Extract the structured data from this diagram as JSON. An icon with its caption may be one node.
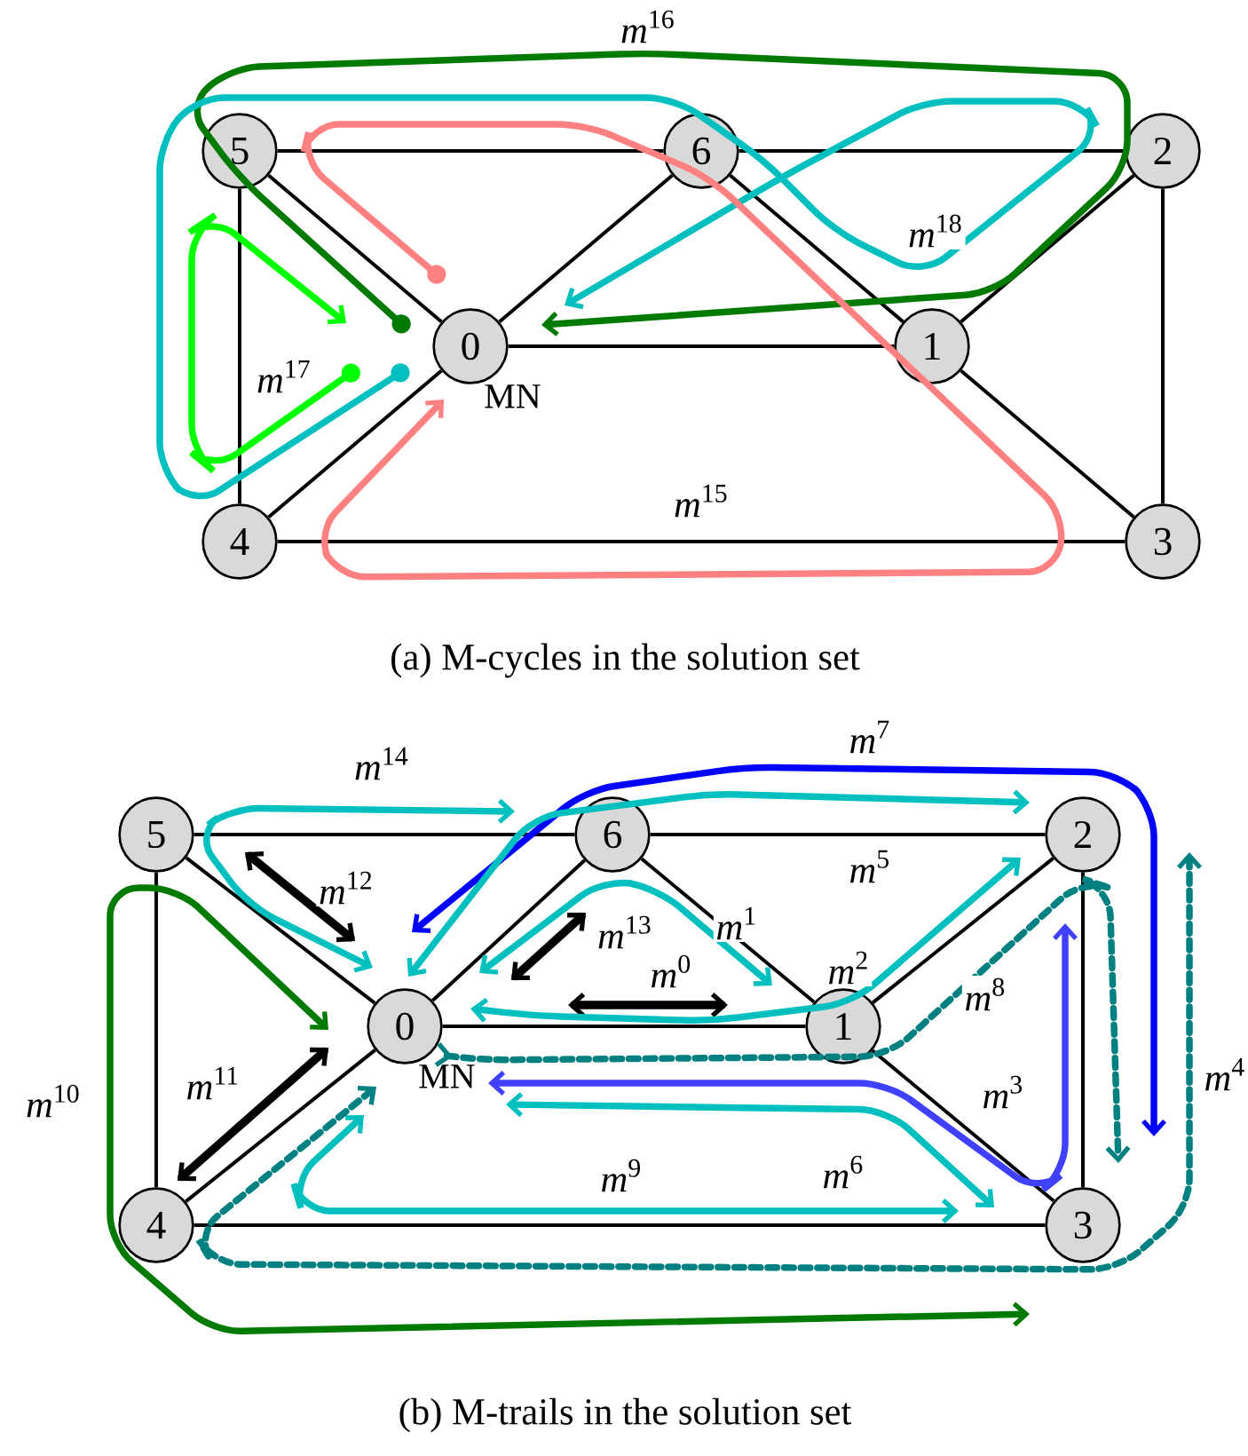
{
  "diagram": {
    "nodes": [
      {
        "text": [
          "5"
        ]
      },
      {
        "text": [
          "6"
        ]
      },
      {
        "text": [
          "2"
        ]
      },
      {
        "text": [
          "0"
        ],
        "beside": [
          "MN"
        ]
      },
      {
        "text": [
          "1"
        ]
      },
      {
        "text": [
          "4"
        ]
      },
      {
        "text": [
          "3"
        ]
      },
      {
        "text": [
          "5"
        ]
      },
      {
        "text": [
          "6"
        ]
      },
      {
        "text": [
          "2"
        ]
      },
      {
        "text": [
          "0"
        ],
        "beside": [
          "MN"
        ]
      },
      {
        "text": [
          "1"
        ]
      },
      {
        "text": [
          "4"
        ]
      },
      {
        "text": [
          "3"
        ]
      }
    ],
    "edges": [
      {
        "from": 0,
        "to": 1,
        "arrow": "none"
      },
      {
        "from": 1,
        "to": 2,
        "arrow": "none"
      },
      {
        "from": 0,
        "to": 5,
        "arrow": "none"
      },
      {
        "from": 2,
        "to": 6,
        "arrow": "none"
      },
      {
        "from": 5,
        "to": 6,
        "arrow": "none"
      },
      {
        "from": 0,
        "to": 3,
        "arrow": "none"
      },
      {
        "from": 1,
        "to": 3,
        "arrow": "none"
      },
      {
        "from": 1,
        "to": 4,
        "arrow": "none"
      },
      {
        "from": 3,
        "to": 4,
        "arrow": "none"
      },
      {
        "from": 2,
        "to": 4,
        "arrow": "none"
      },
      {
        "from": 4,
        "to": 6,
        "arrow": "none"
      },
      {
        "from": 3,
        "to": 5,
        "arrow": "none"
      },
      {
        "from": 7,
        "to": 8,
        "arrow": "none"
      },
      {
        "from": 8,
        "to": 9,
        "arrow": "none"
      },
      {
        "from": 7,
        "to": 12,
        "arrow": "none"
      },
      {
        "from": 9,
        "to": 13,
        "arrow": "none"
      },
      {
        "from": 12,
        "to": 13,
        "arrow": "none"
      },
      {
        "from": 7,
        "to": 10,
        "arrow": "none"
      },
      {
        "from": 8,
        "to": 10,
        "arrow": "none"
      },
      {
        "from": 8,
        "to": 11,
        "arrow": "none"
      },
      {
        "from": 10,
        "to": 11,
        "arrow": "none"
      },
      {
        "from": 9,
        "to": 11,
        "arrow": "none"
      },
      {
        "from": 11,
        "to": 13,
        "arrow": "none"
      },
      {
        "from": 10,
        "to": 12,
        "arrow": "none"
      }
    ],
    "labels": [
      "*m*$^{16}$",
      "*m*$^{18}$",
      "*m*$^{17}$",
      "*m*$^{15}$",
      "(a) M-cycles in the solution set",
      "*m*$^{7}$",
      "*m*$^{14}$",
      "*m*$^{12}$",
      "*m*$^{5}$",
      "*m*$^{1}$",
      "*m*$^{13}$",
      "*m*$^{0}$",
      "*m*$^{2}$",
      "*m*$^{8}$",
      "*m*$^{10}$",
      "*m*$^{11}$",
      "*m*$^{4}$",
      "*m*$^{3}$",
      "*m*$^{6}$",
      "*m*$^{9}$",
      "(b) M-trails in the solution set"
    ]
  }
}
